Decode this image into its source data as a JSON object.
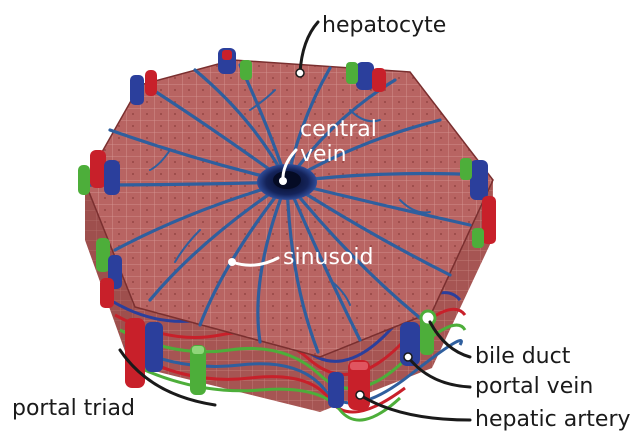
{
  "labels": {
    "hepatocyte": "hepatocyte",
    "central_vein_line1": "central",
    "central_vein_line2": "vein",
    "sinusoid": "sinusoid",
    "bile_duct": "bile duct",
    "portal_vein": "portal vein",
    "hepatic_artery": "hepatic artery",
    "portal_triad": "portal triad"
  },
  "colors": {
    "hepatocyte": "#b86462",
    "hepatocyte_side": "#a65553",
    "cell_border": "#d99a96",
    "sinusoid": "#2f5f9e",
    "central_vein": "#14235a",
    "portal_vein": "#2b3f9c",
    "hepatic_artery": "#c8202a",
    "bile_duct": "#4dae3a",
    "label_text": "#1a1a1a"
  }
}
